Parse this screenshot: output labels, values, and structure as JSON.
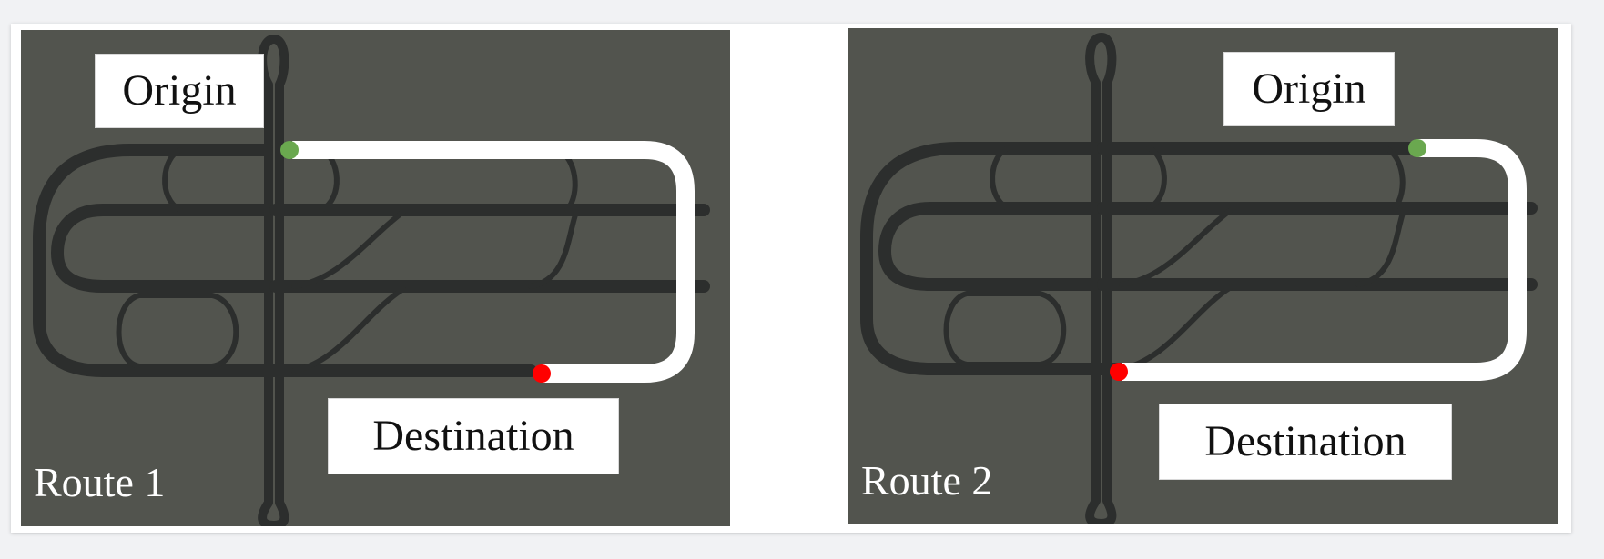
{
  "panels": [
    {
      "route_label": "Route 1",
      "origin_label": "Origin",
      "destination_label": "Destination"
    },
    {
      "route_label": "Route 2",
      "origin_label": "Origin",
      "destination_label": "Destination"
    }
  ],
  "colors": {
    "background": "#52544e",
    "road": "#2c2e2d",
    "route_path": "#ffffff",
    "origin_marker": "#6aa84f",
    "destination_marker": "#ff0000"
  }
}
